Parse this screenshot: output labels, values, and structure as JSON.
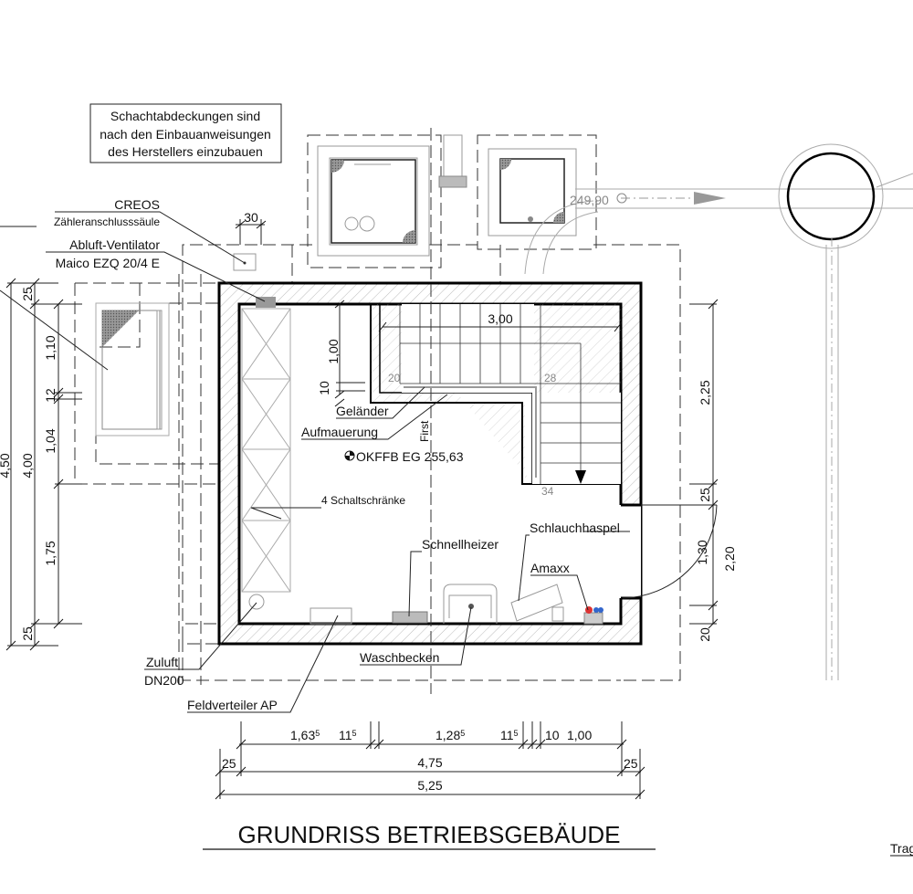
{
  "note": {
    "lines": [
      "Schachtabdeckungen sind",
      "nach den Einbauanweisungen",
      "des Herstellers einzubauen"
    ]
  },
  "labels": {
    "creos": "CREOS",
    "zaehler": "Zähleranschlusssäule",
    "abluft": "Abluft-Ventilator",
    "maico": "Maico EZQ 20/4 E",
    "gelaender": "Geländer",
    "aufmauerung": "Aufmauerung",
    "okffb": "OKFFB EG 255,63",
    "first": "First",
    "schaltschraenke": "4 Schaltschränke",
    "schnellheizer": "Schnellheizer",
    "schlauchhaspel": "Schlauchhaspel",
    "amaxx": "Amaxx",
    "waschbecken": "Waschbecken",
    "zuluft": "Zuluft",
    "dn200": "DN200",
    "feldverteiler": "Feldverteiler AP",
    "level_outside": "249,90",
    "stair_20": "20",
    "stair_28": "28",
    "stair_34": "34"
  },
  "dimensions": {
    "left": {
      "total": "4,50",
      "inner": "4,00",
      "d25a": "25",
      "d110": "1,10",
      "d12": "12",
      "d104": "1,04",
      "d175": "1,75",
      "d25b": "25"
    },
    "right": {
      "d225": "2,25",
      "d25": "25",
      "d130": "1,30",
      "d220": "2,20",
      "d20": "20"
    },
    "stair": {
      "width": "3,00",
      "d100": "1,00",
      "d10": "10"
    },
    "top": {
      "d30": "30"
    },
    "bottom": {
      "row1": {
        "a": "1,63",
        "a_sup": "5",
        "b": "11",
        "b_sup": "5",
        "c": "1,28",
        "c_sup": "5",
        "d": "11",
        "d_sup": "5",
        "e": "10",
        "f": "1,00"
      },
      "row2": {
        "left": "25",
        "mid": "4,75",
        "right": "25"
      },
      "row3": {
        "total": "5,25"
      }
    }
  },
  "title": "GRUNDRISS BETRIEBSGEBÄUDE",
  "side_title_partial": "Trag"
}
